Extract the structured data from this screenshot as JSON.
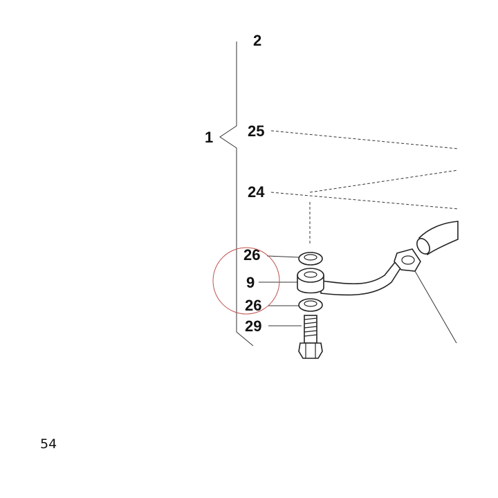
{
  "diagram": {
    "group_label": "1",
    "top_cut_label": "2",
    "callouts": {
      "c25": "25",
      "c24": "24",
      "c26_top": "26",
      "c9": "9",
      "c26_bottom": "26",
      "c29": "29"
    },
    "highlight_color": "#c0504d",
    "page_number": "54"
  }
}
